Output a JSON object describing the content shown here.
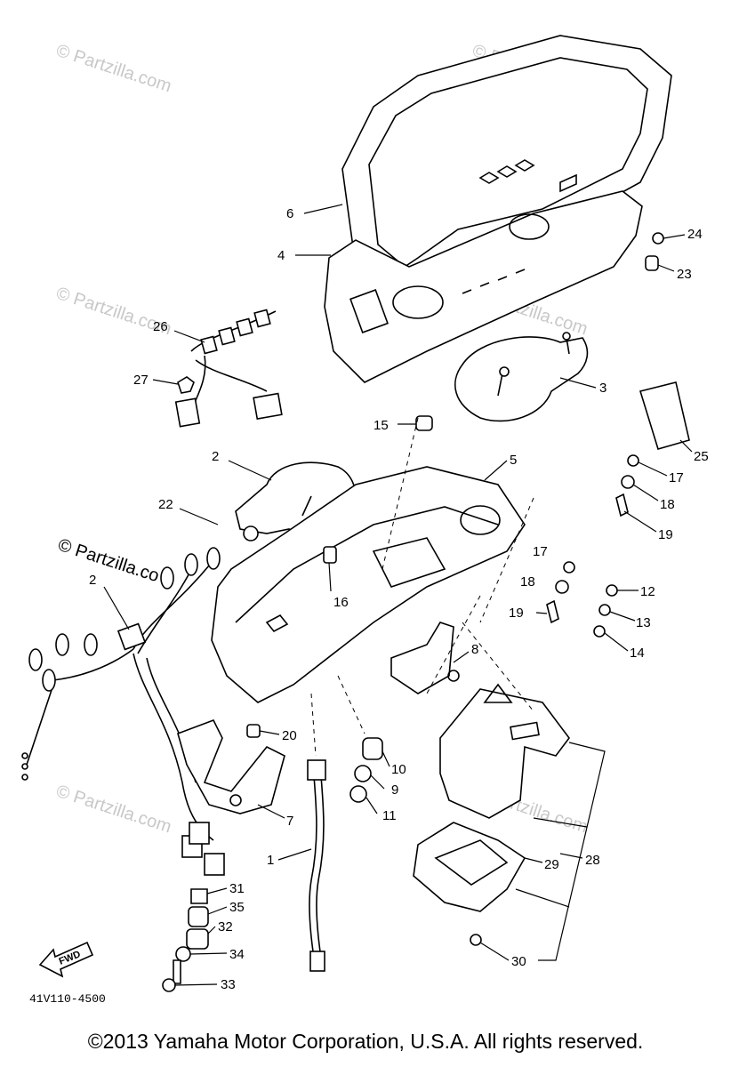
{
  "diagram": {
    "part_numbers": [
      "1",
      "2",
      "2",
      "3",
      "4",
      "5",
      "6",
      "7",
      "8",
      "9",
      "10",
      "11",
      "12",
      "13",
      "14",
      "15",
      "16",
      "17",
      "17",
      "18",
      "18",
      "19",
      "19",
      "20",
      "22",
      "23",
      "24",
      "25",
      "26",
      "27",
      "28",
      "29",
      "30",
      "31",
      "32",
      "33",
      "34",
      "35"
    ],
    "diagram_code": "41V110-4500",
    "direction_label": "FWD",
    "watermark_text": "© Partzilla.com",
    "watermark_partial": "© Partzilla.co"
  },
  "footer": {
    "copyright": "©2013  Yamaha Motor Corporation, U.S.A. All rights reserved."
  }
}
